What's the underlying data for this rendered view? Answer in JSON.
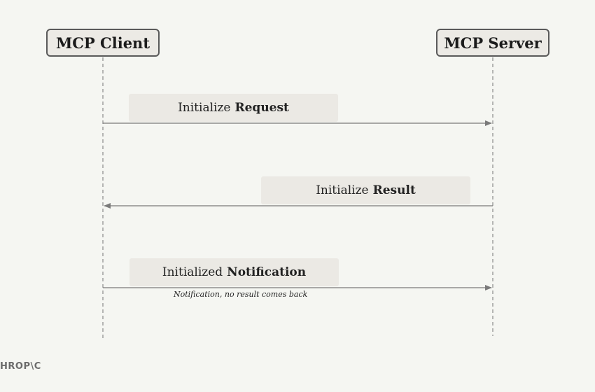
{
  "participants": {
    "client": "MCP Client",
    "server": "MCP Server"
  },
  "messages": [
    {
      "prefix": "Initialize",
      "emphasis": "Request",
      "direction": "client-to-server"
    },
    {
      "prefix": "Initialize",
      "emphasis": "Result",
      "direction": "server-to-client"
    },
    {
      "prefix": "Initialized",
      "emphasis": "Notification",
      "direction": "client-to-server"
    }
  ],
  "note": "Notification, no result comes back",
  "logo": "HROP\\C",
  "colors": {
    "background": "#f5f6f2",
    "box_fill": "#eceae5",
    "label_fill": "#ebe9e4",
    "line": "#7a7a7a"
  }
}
